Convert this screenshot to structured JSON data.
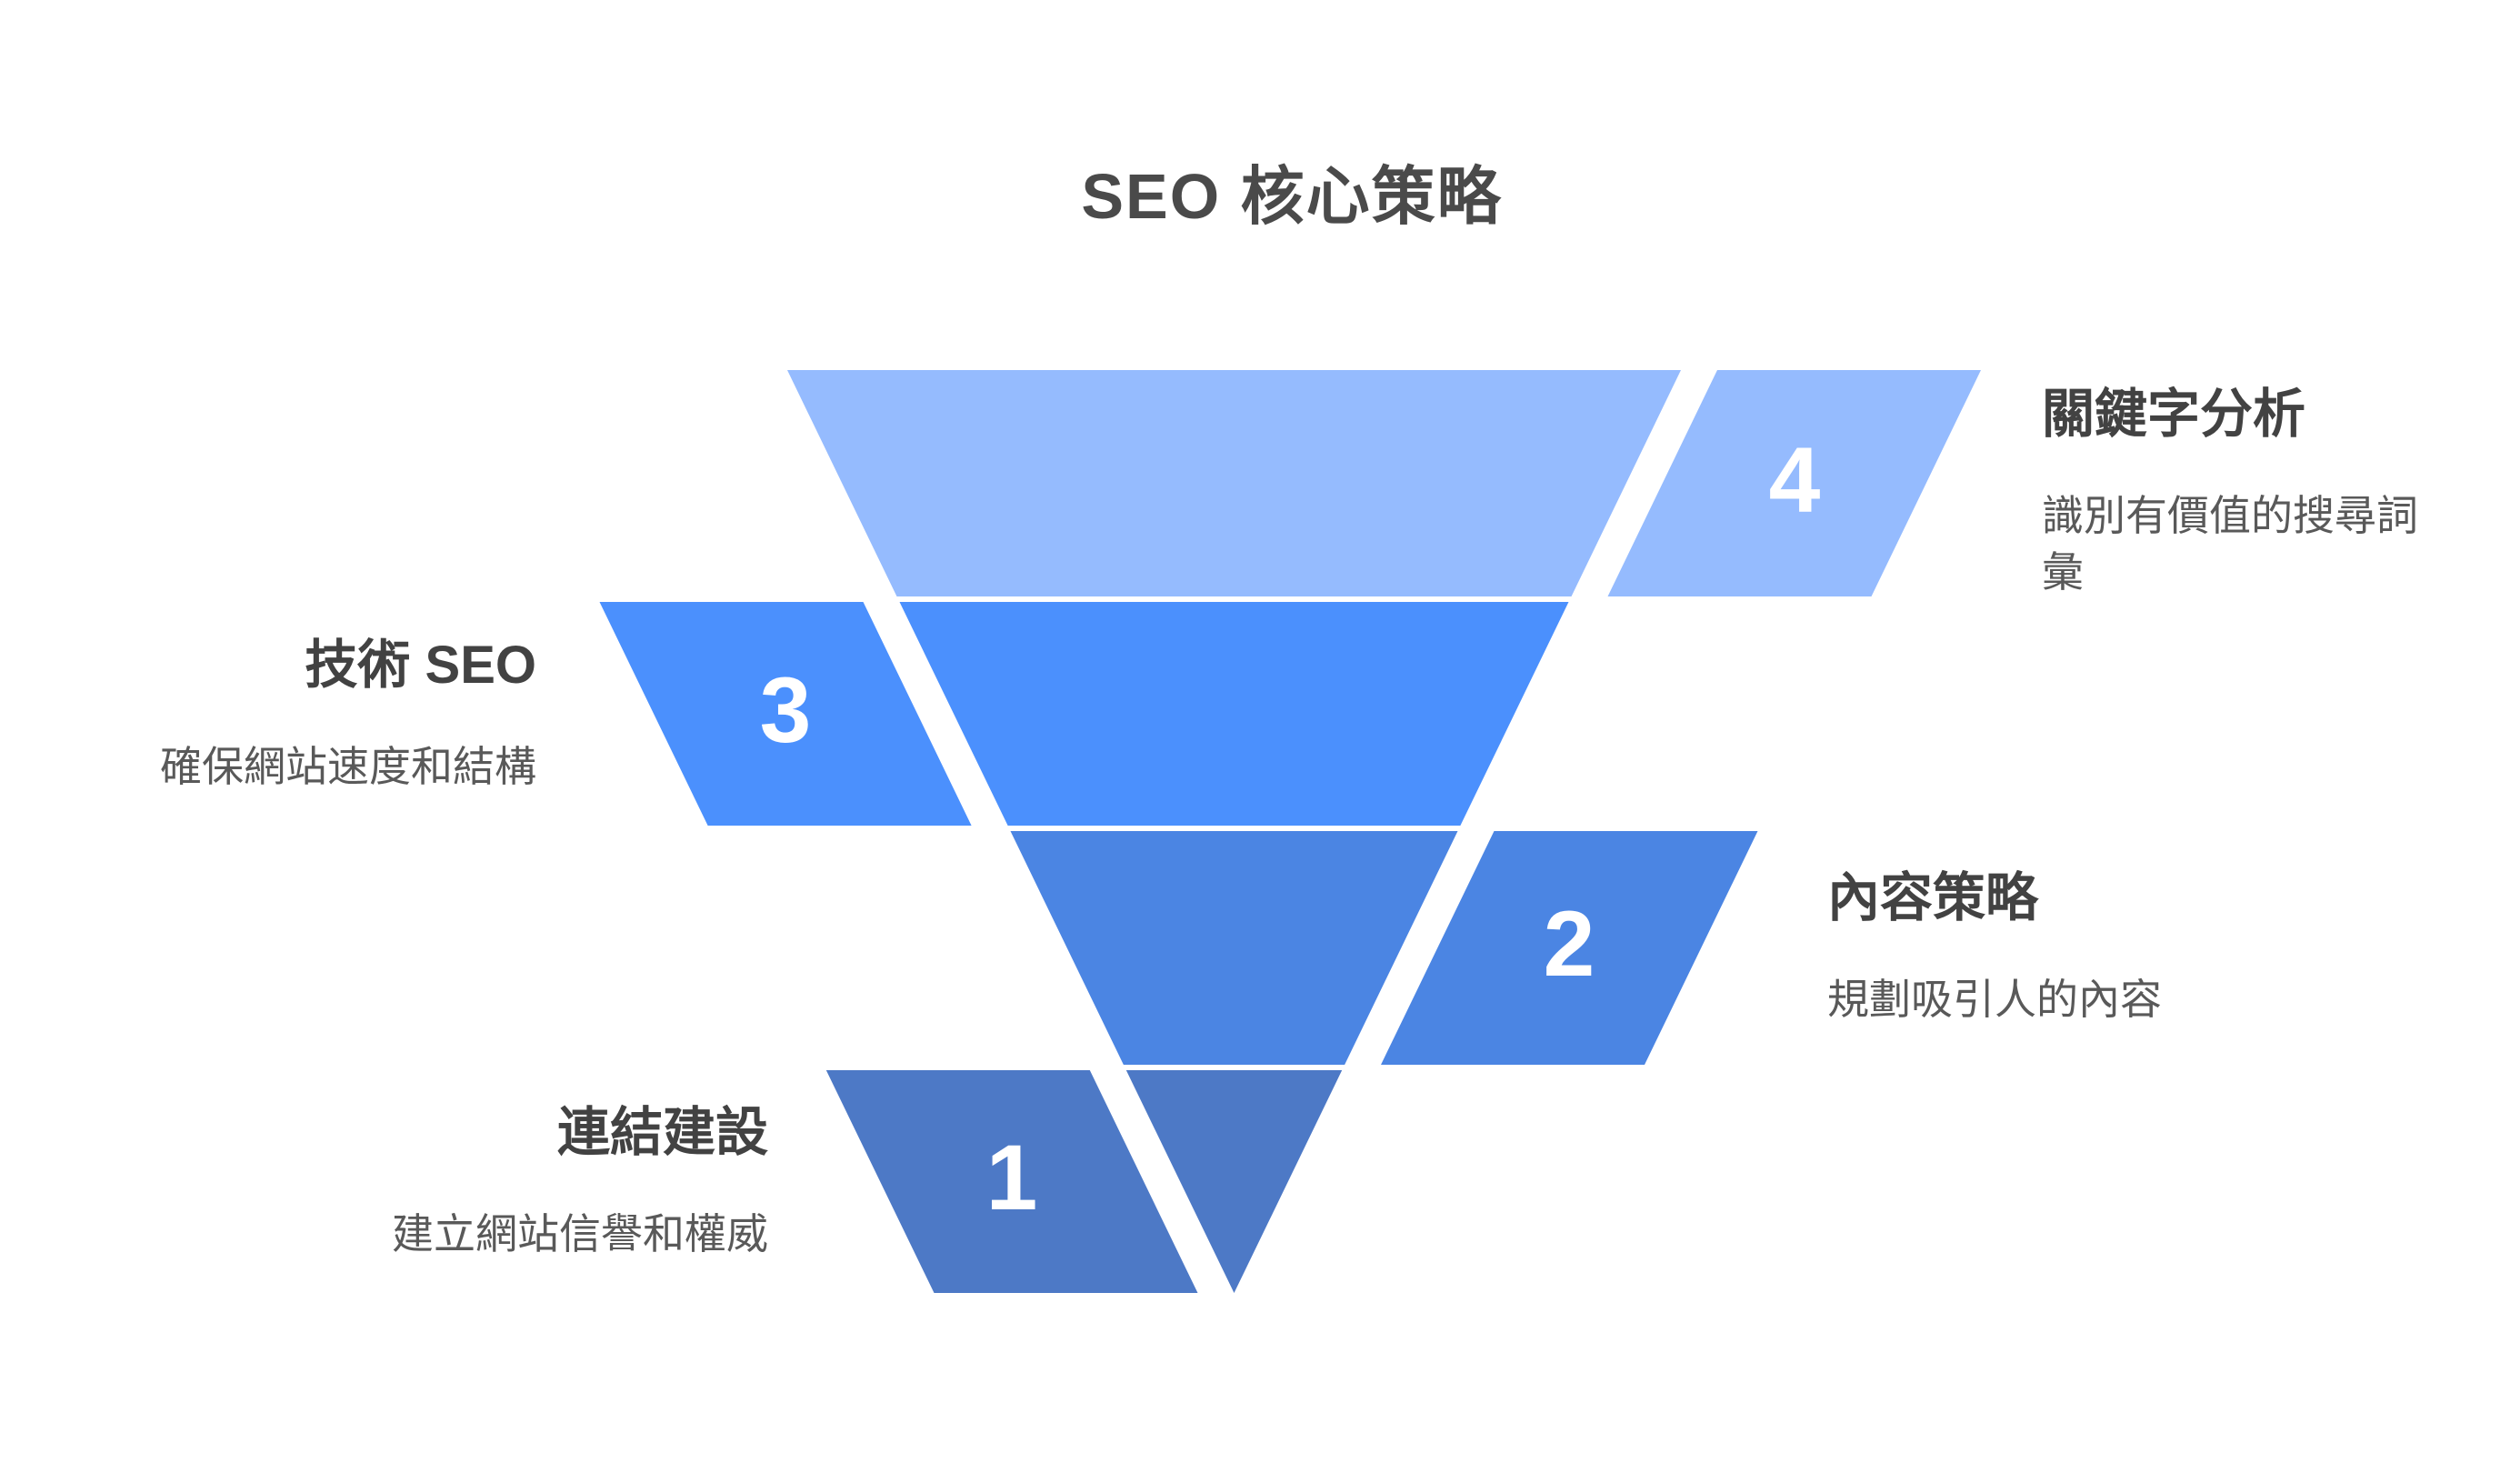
{
  "title": "SEO 核心策略",
  "levels": [
    {
      "number": "4",
      "label": "關鍵字分析",
      "description": "識別有價值的搜尋詞彙",
      "color": "#95bbfe",
      "tag_side": "right"
    },
    {
      "number": "3",
      "label": "技術 SEO",
      "description": "確保網站速度和結構",
      "color": "#4b90fd",
      "tag_side": "left"
    },
    {
      "number": "2",
      "label": "內容策略",
      "description": "規劃吸引人的內容",
      "color": "#4b85e3",
      "tag_side": "right"
    },
    {
      "number": "1",
      "label": "連結建設",
      "description": "建立網站信譽和權威",
      "color": "#4d79c6",
      "tag_side": "left"
    }
  ],
  "colors": {
    "background": "#ffffff",
    "title_text": "#4a4a4a",
    "heading_text": "#424242",
    "description_text": "#595959",
    "number_text": "#ffffff",
    "level_4": "#95bbfe",
    "level_3": "#4b90fd",
    "level_2": "#4b85e3",
    "level_1": "#4d79c6"
  }
}
